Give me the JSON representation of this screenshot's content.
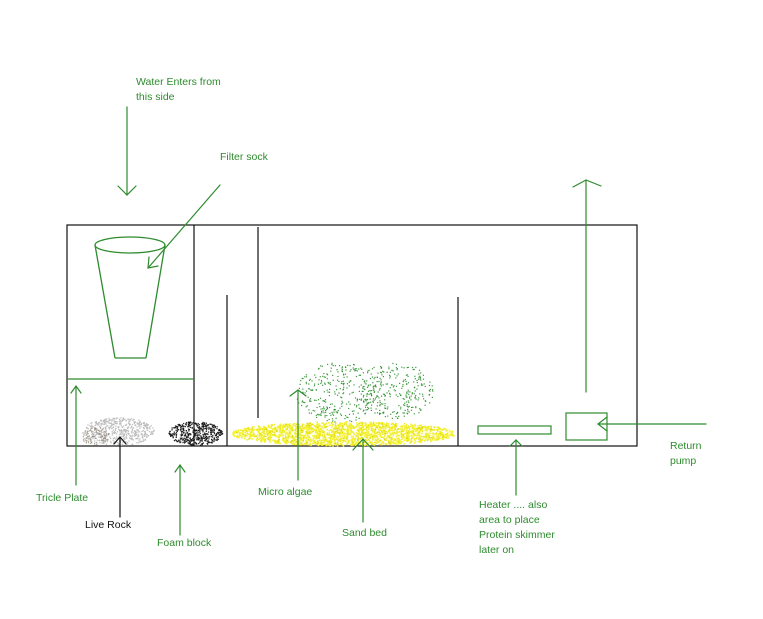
{
  "colors": {
    "annotation": "#2e8b2e",
    "outline": "#111111",
    "sand": "#f2ef2a",
    "algae": "#1d8a1d",
    "live_rock": "#b8b8b8",
    "foam": "#111111"
  },
  "labels": {
    "water_enters_line1": "Water Enters from",
    "water_enters_line2": "this side",
    "filter_sock": "Filter sock",
    "tricle_plate": "Tricle Plate",
    "live_rock": "Live Rock",
    "foam_block": "Foam block",
    "micro_algae": "Micro algae",
    "sand_bed": "Sand bed",
    "heater_line1": "Heater ....  also",
    "heater_line2": "area to place",
    "heater_line3": "Protein skimmer",
    "heater_line4": "later on",
    "return_line1": "Return",
    "return_line2": "pump"
  }
}
